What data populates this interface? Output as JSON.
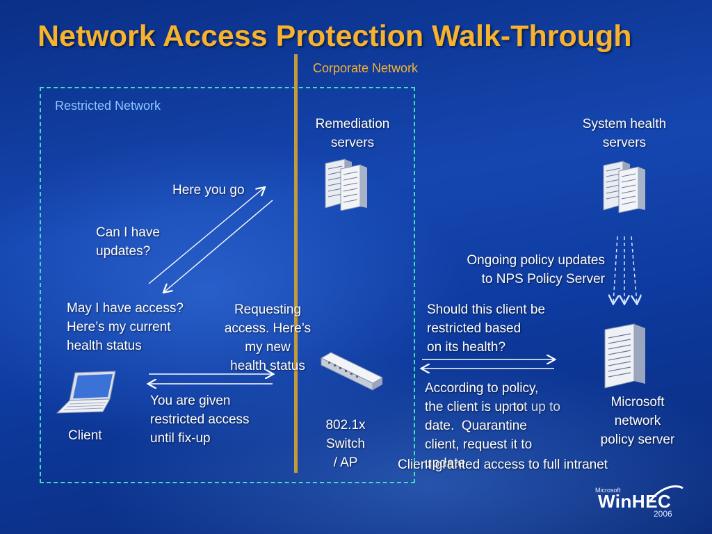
{
  "title": "Network Access Protection Walk-Through",
  "zones": {
    "corporate": "Corporate Network",
    "restricted": "Restricted Network"
  },
  "devices": {
    "remediation": "Remediation\nservers",
    "system_health": "System health\nservers",
    "nps": "Microsoft\nnetwork\npolicy server",
    "switch": "802.1x\nSwitch\n/ AP",
    "client": "Client"
  },
  "messages": {
    "here_you_go": "Here you go",
    "can_i_have": "Can I have\nupdates?",
    "may_i_have": "May I have access?\nHere’s my current\nhealth status",
    "requesting": "Requesting\naccess. Here’s\nmy new\nhealth status",
    "given_restricted": "You are given\nrestricted access\nuntil fix-up",
    "ongoing_updates": "Ongoing policy updates\nto NPS Policy Server",
    "should_restrict": "Should this client be\nrestricted based\non its health?",
    "according_policy": "According to policy,\nthe client is up to\ndate.  Quarantine\nclient, request it to\nupdate",
    "according_overlay": "not up to",
    "client_granted": "Client granted access to full intranet"
  },
  "logo": {
    "company": "Microsoft",
    "product": "WinHEC",
    "year": "2006"
  },
  "colors": {
    "title": "#f7b22e",
    "corporate_label": "#f7b22e",
    "restricted_label": "#8cc7ff",
    "dashed_border": "#3fe0c0",
    "divider": "#c49a3a"
  }
}
